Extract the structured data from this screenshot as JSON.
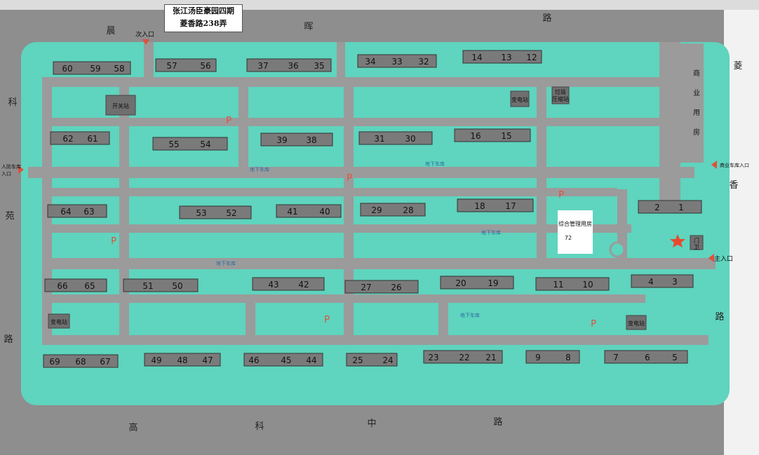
{
  "title": {
    "line1": "张江汤臣豪园四期",
    "line2": "菱香路238弄"
  },
  "roads": {
    "top": [
      "晨",
      "晖",
      "路"
    ],
    "left": [
      "科",
      "苑",
      "路"
    ],
    "right": [
      "菱",
      "香",
      "路"
    ],
    "bottom": [
      "高",
      "科",
      "中",
      "路"
    ]
  },
  "entrances": {
    "secondary": "次入口",
    "main": "主入口",
    "commercial_parking": "商业车库入口",
    "west_parking": [
      "人防车库",
      "入口"
    ]
  },
  "facilities": {
    "facility_north": "开关站",
    "substation": "变电站",
    "substation_ne": [
      "垃圾",
      "压缩站"
    ],
    "commercial": [
      "商",
      "业",
      "用",
      "房"
    ],
    "management": "综合管理用房",
    "management_num": "72",
    "booth": [
      "门",
      "卫"
    ]
  },
  "parking_symbol": "P",
  "underground_label": "地下车库",
  "building_labels": {
    "row1": [
      "60",
      "59",
      "58",
      "57",
      "56",
      "37",
      "36",
      "35",
      "34",
      "33",
      "32",
      "14",
      "13",
      "12"
    ],
    "row2": [
      "62",
      "61",
      "55",
      "54",
      "39",
      "38",
      "31",
      "30",
      "16",
      "15"
    ],
    "row3": [
      "64",
      "63",
      "53",
      "52",
      "41",
      "40",
      "29",
      "28",
      "18",
      "17",
      "2",
      "1"
    ],
    "row4": [
      "66",
      "65",
      "51",
      "50",
      "43",
      "42",
      "27",
      "26",
      "20",
      "19",
      "11",
      "10",
      "4",
      "3"
    ],
    "row5": [
      "69",
      "68",
      "67",
      "49",
      "48",
      "47",
      "46",
      "45",
      "44",
      "25",
      "24",
      "23",
      "22",
      "21",
      "9",
      "8",
      "7",
      "6",
      "5"
    ]
  },
  "colors": {
    "background": "#8e8e8e",
    "estate": "#5fd4be",
    "internal_road": "#9b9b9b",
    "building": "#7a7a7a",
    "arrow": "#e0503a",
    "star": "#e8492e"
  }
}
